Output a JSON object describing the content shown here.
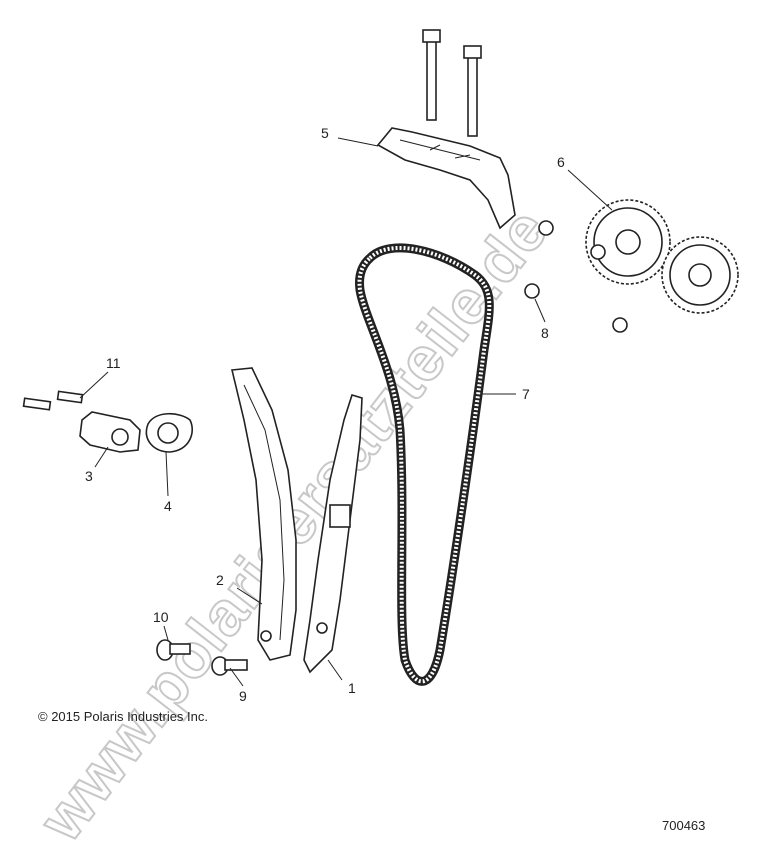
{
  "callouts": [
    "1",
    "2",
    "3",
    "4",
    "5",
    "6",
    "7",
    "8",
    "9",
    "10",
    "11"
  ],
  "copyright": "© 2015 Polaris Industries Inc.",
  "figure_number": "700463",
  "watermark": "www.polarisersatzteile.de",
  "colors": {
    "watermark": "#c8c8c8",
    "line": "#222222"
  }
}
